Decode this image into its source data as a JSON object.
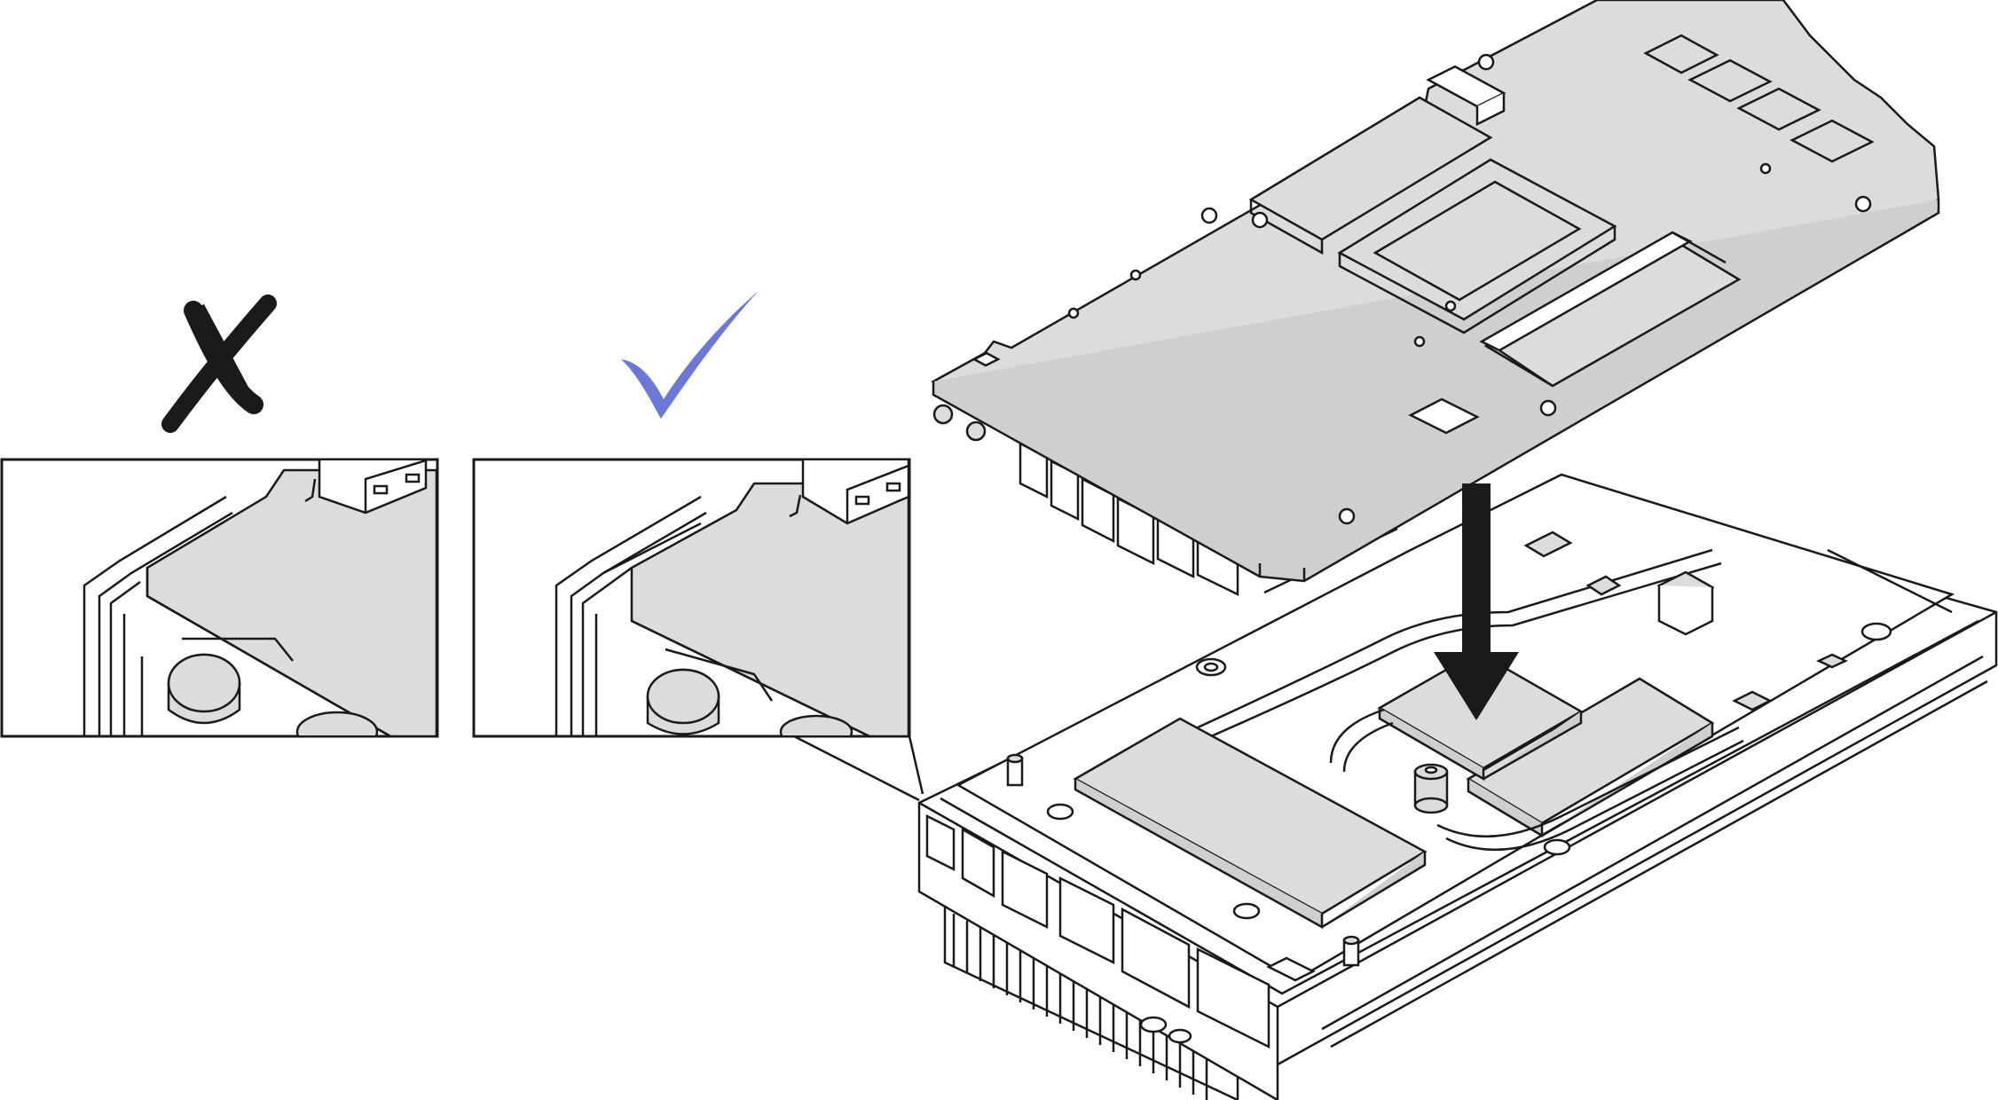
{
  "figure": {
    "incorrect_mark": "incorrect-x-mark",
    "correct_mark": "correct-check-mark",
    "install_arrow": "down-arrow",
    "colors": {
      "line": "#1a1a1a",
      "board_fill": "#dcdcdc",
      "board_dark": "#cfcfcf",
      "chassis_fill": "#ffffff",
      "heatsink_fill": "#d4d4d4",
      "check": "#6a78d8",
      "x_mark": "#1a1a1a",
      "arrow": "#1a1a1a"
    }
  }
}
